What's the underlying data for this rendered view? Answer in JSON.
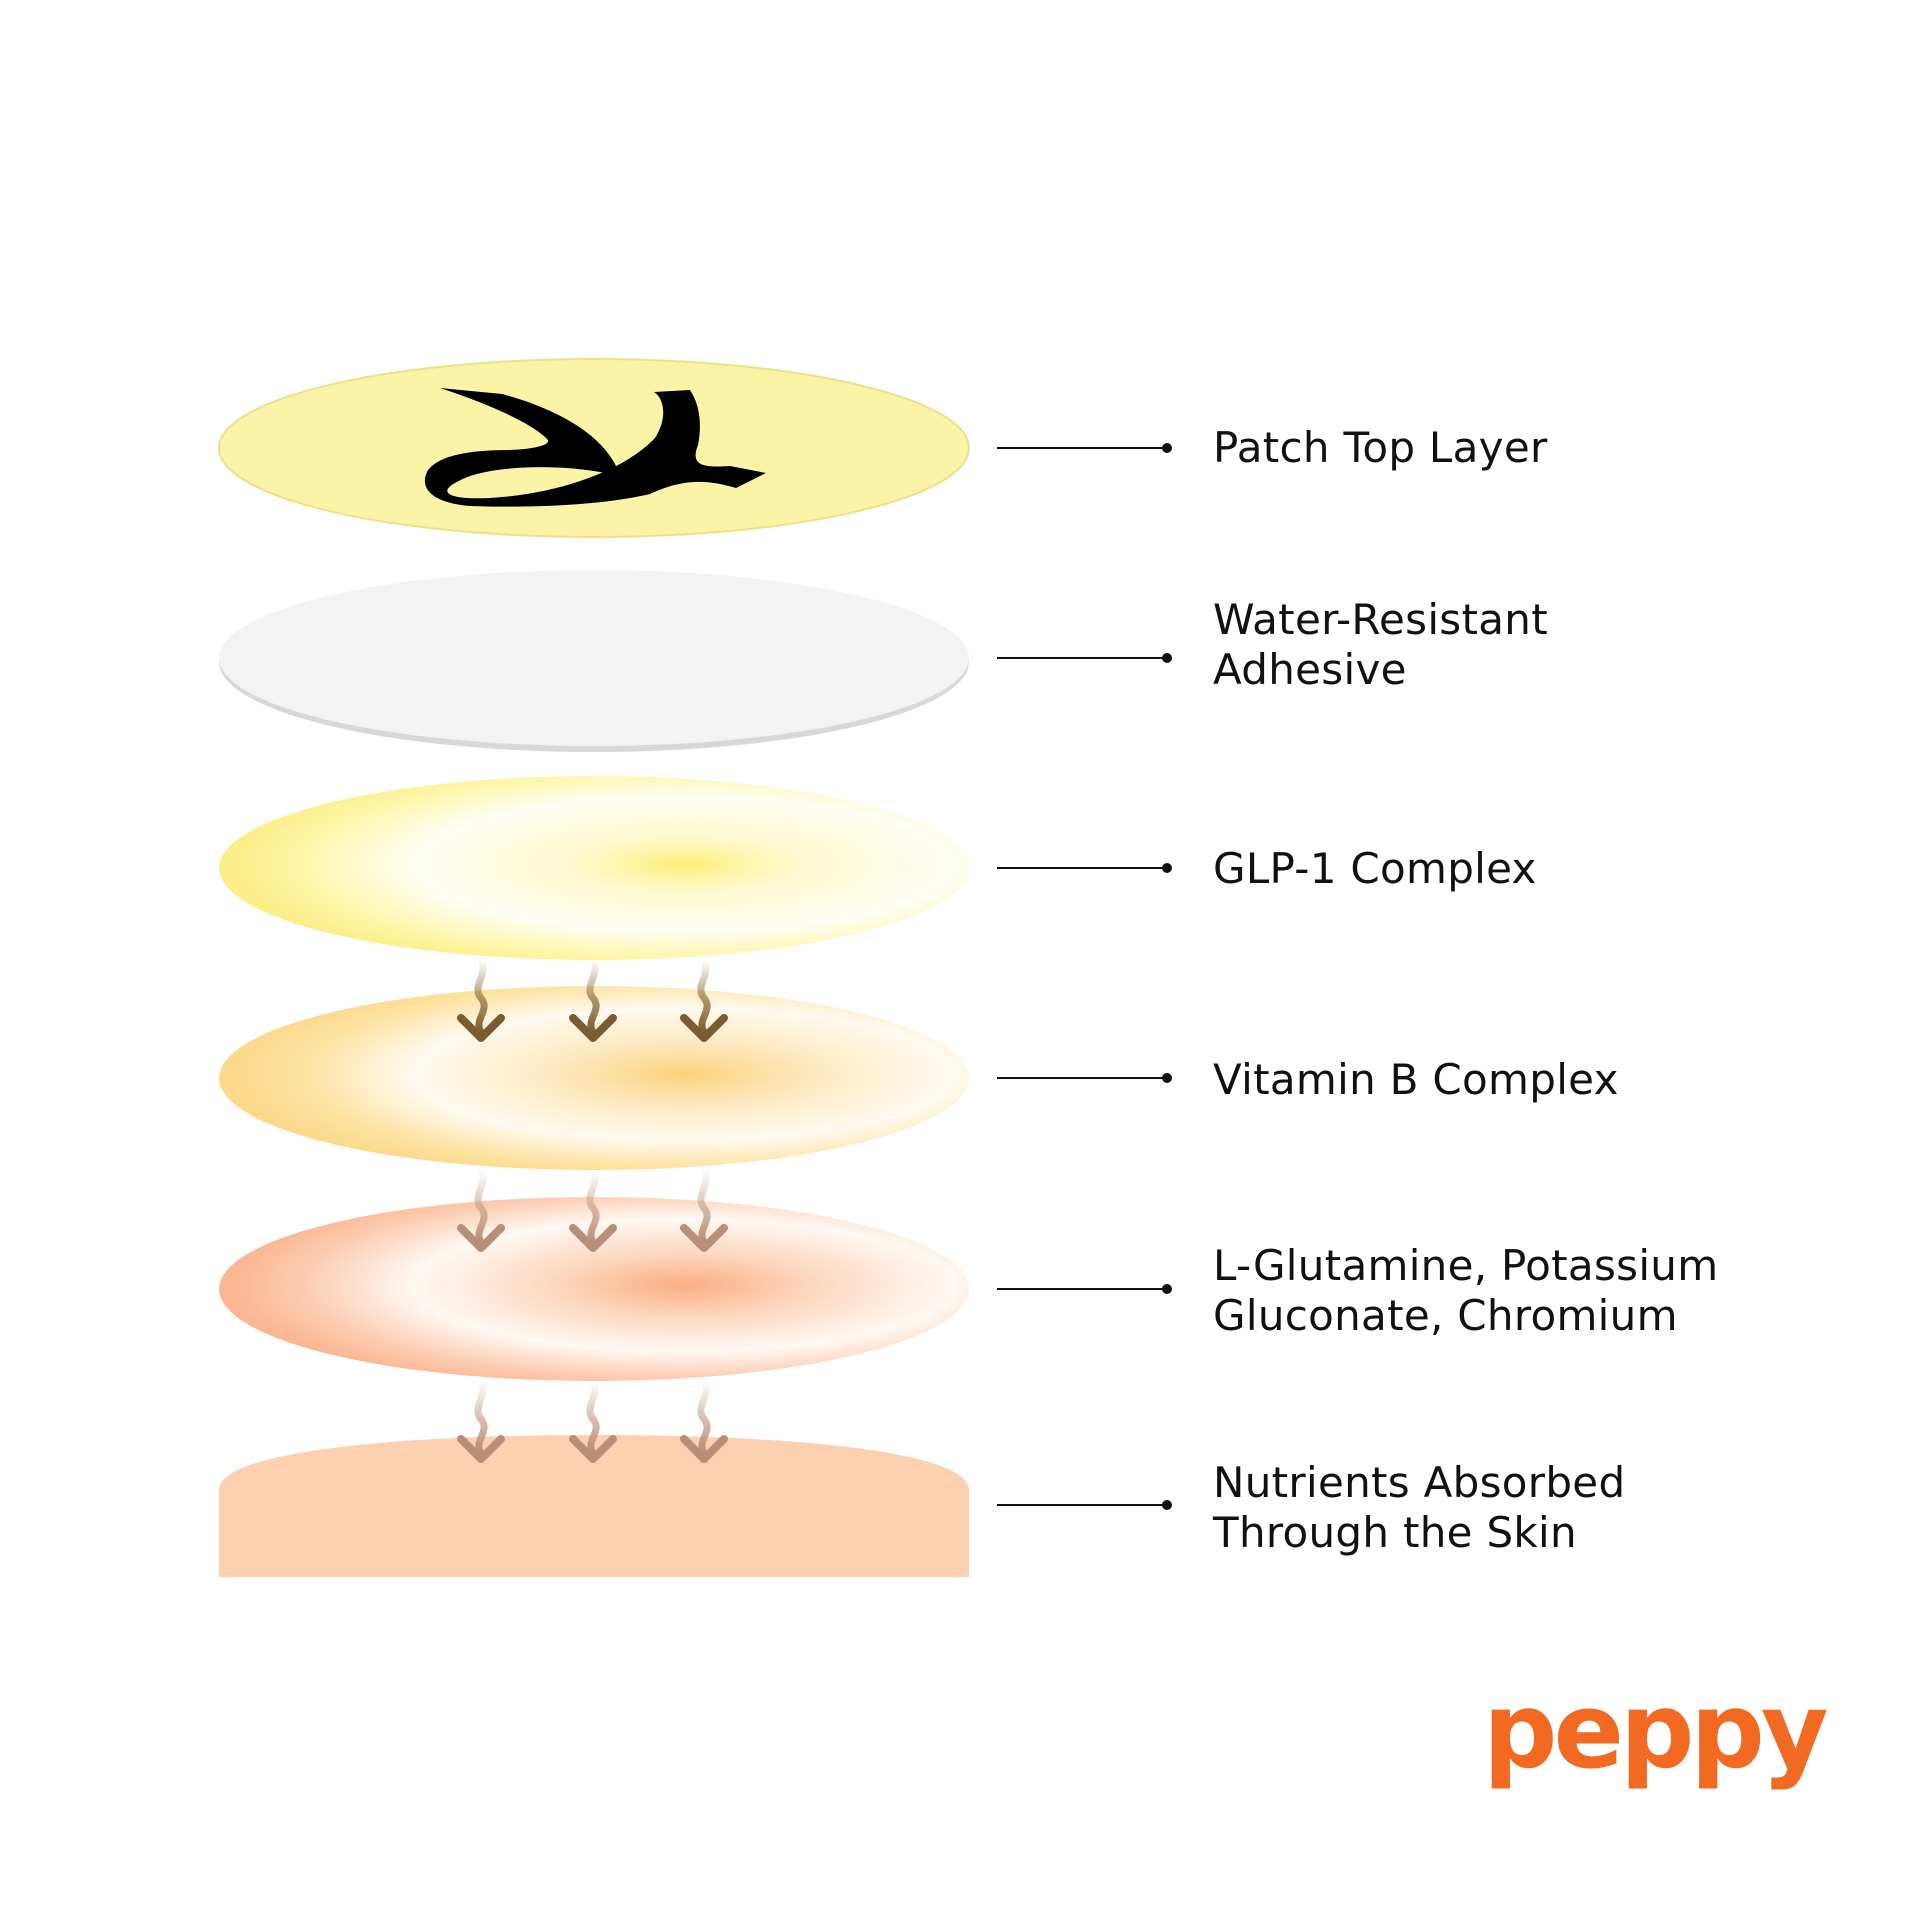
{
  "layers": [
    {
      "id": "top",
      "label_lines": [
        "Patch Top Layer"
      ]
    },
    {
      "id": "adhesive",
      "label_lines": [
        "Water-Resistant",
        "Adhesive"
      ]
    },
    {
      "id": "glp1",
      "label_lines": [
        "GLP-1 Complex"
      ]
    },
    {
      "id": "vitb",
      "label_lines": [
        "Vitamin B Complex"
      ]
    },
    {
      "id": "minerals",
      "label_lines": [
        "L-Glutamine, Potassium",
        "Gluconate, Chromium"
      ]
    },
    {
      "id": "skin",
      "label_lines": [
        "Nutrients Absorbed",
        "Through the Skin"
      ]
    }
  ],
  "brand": {
    "logo_text": "peppy",
    "color": "#f26a22"
  },
  "colors": {
    "top_layer": "#fbf3a6",
    "adhesive": "#f3f3f3",
    "glp1": "#fdf27a",
    "vitamin_b": "#fcd888",
    "minerals": "#fbb58e",
    "skin": "#fdd0b0",
    "arrow_dark": "#8a6a38",
    "arrow_light": "#c49e88",
    "connector": "#111111"
  },
  "icons": {
    "top_layer_mark": "peppy-p-mark-icon",
    "absorption": "wavy-down-arrow-icon"
  }
}
